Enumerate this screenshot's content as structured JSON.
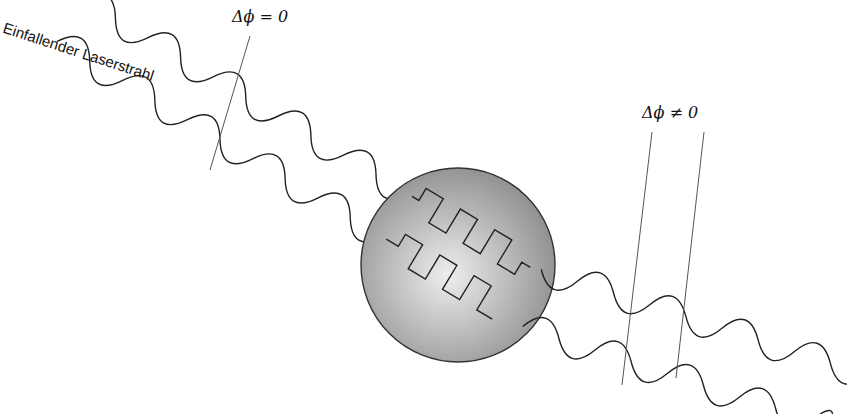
{
  "diagram": {
    "labels": [
      "Einfallender Laserstrahl",
      "Δϕ = 0",
      "Δϕ ≠ 0"
    ]
  }
}
